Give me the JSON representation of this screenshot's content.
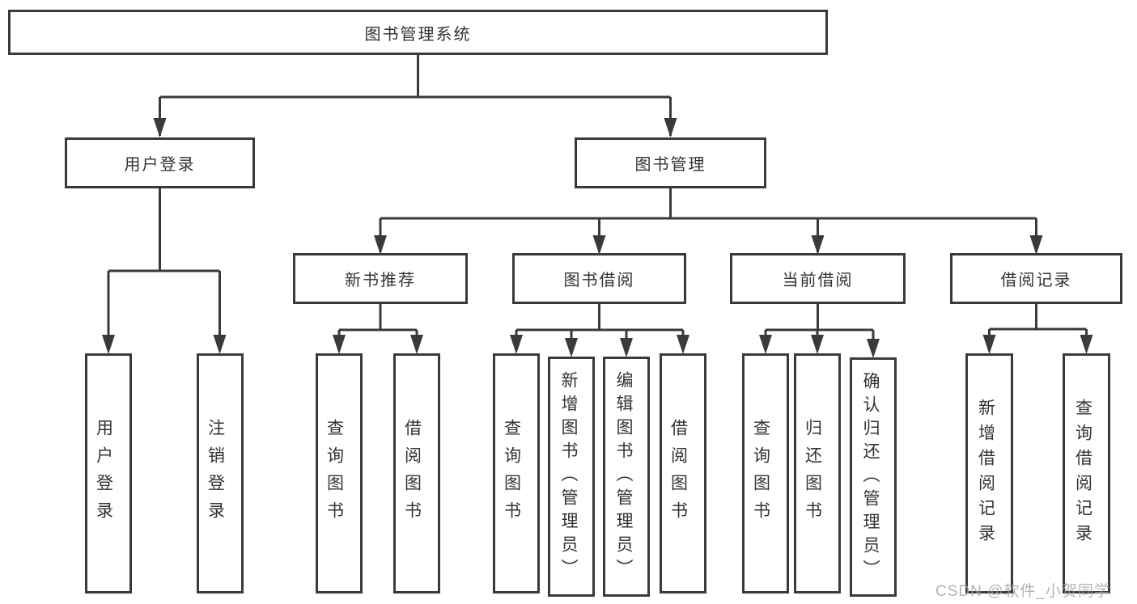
{
  "diagram": {
    "title": "图书管理系统",
    "type": "hierarchy-tree",
    "watermark": "CSDN @软件_小贺同学",
    "colors": {
      "background": "#ffffff",
      "line": "#3a3a3a",
      "box_fill": "#ffffff",
      "text": "#333333",
      "watermark": "#a6a6a6"
    },
    "nodes": {
      "root": "图书管理系统",
      "user_login": "用户登录",
      "book_mgmt": "图书管理",
      "new_book_rec": "新书推荐",
      "book_borrow": "图书借阅",
      "current_borrow": "当前借阅",
      "borrow_record": "借阅记录",
      "l_user_login": "用户登录",
      "l_logout": "注销登录",
      "l_query1": "查询图书",
      "l_borrow1": "借阅图书",
      "l_query2": "查询图书",
      "l_add_book": "新增图书（管理员）",
      "l_edit_book": "编辑图书（管理员）",
      "l_borrow2": "借阅图书",
      "l_query3": "查询图书",
      "l_return": "归还图书",
      "l_confirm_return": "确认归还（管理员）",
      "l_add_rec": "新增借阅记录",
      "l_query_rec": "查询借阅记录"
    },
    "structure": {
      "label": "图书管理系统",
      "children": [
        {
          "label": "用户登录",
          "children": [
            {
              "label": "用户登录"
            },
            {
              "label": "注销登录"
            }
          ]
        },
        {
          "label": "图书管理",
          "children": [
            {
              "label": "新书推荐",
              "children": [
                {
                  "label": "查询图书"
                },
                {
                  "label": "借阅图书"
                }
              ]
            },
            {
              "label": "图书借阅",
              "children": [
                {
                  "label": "查询图书"
                },
                {
                  "label": "新增图书（管理员）"
                },
                {
                  "label": "编辑图书（管理员）"
                },
                {
                  "label": "借阅图书"
                }
              ]
            },
            {
              "label": "当前借阅",
              "children": [
                {
                  "label": "查询图书"
                },
                {
                  "label": "归还图书"
                },
                {
                  "label": "确认归还（管理员）"
                }
              ]
            },
            {
              "label": "借阅记录",
              "children": [
                {
                  "label": "新增借阅记录"
                },
                {
                  "label": "查询借阅记录"
                }
              ]
            }
          ]
        }
      ]
    }
  }
}
